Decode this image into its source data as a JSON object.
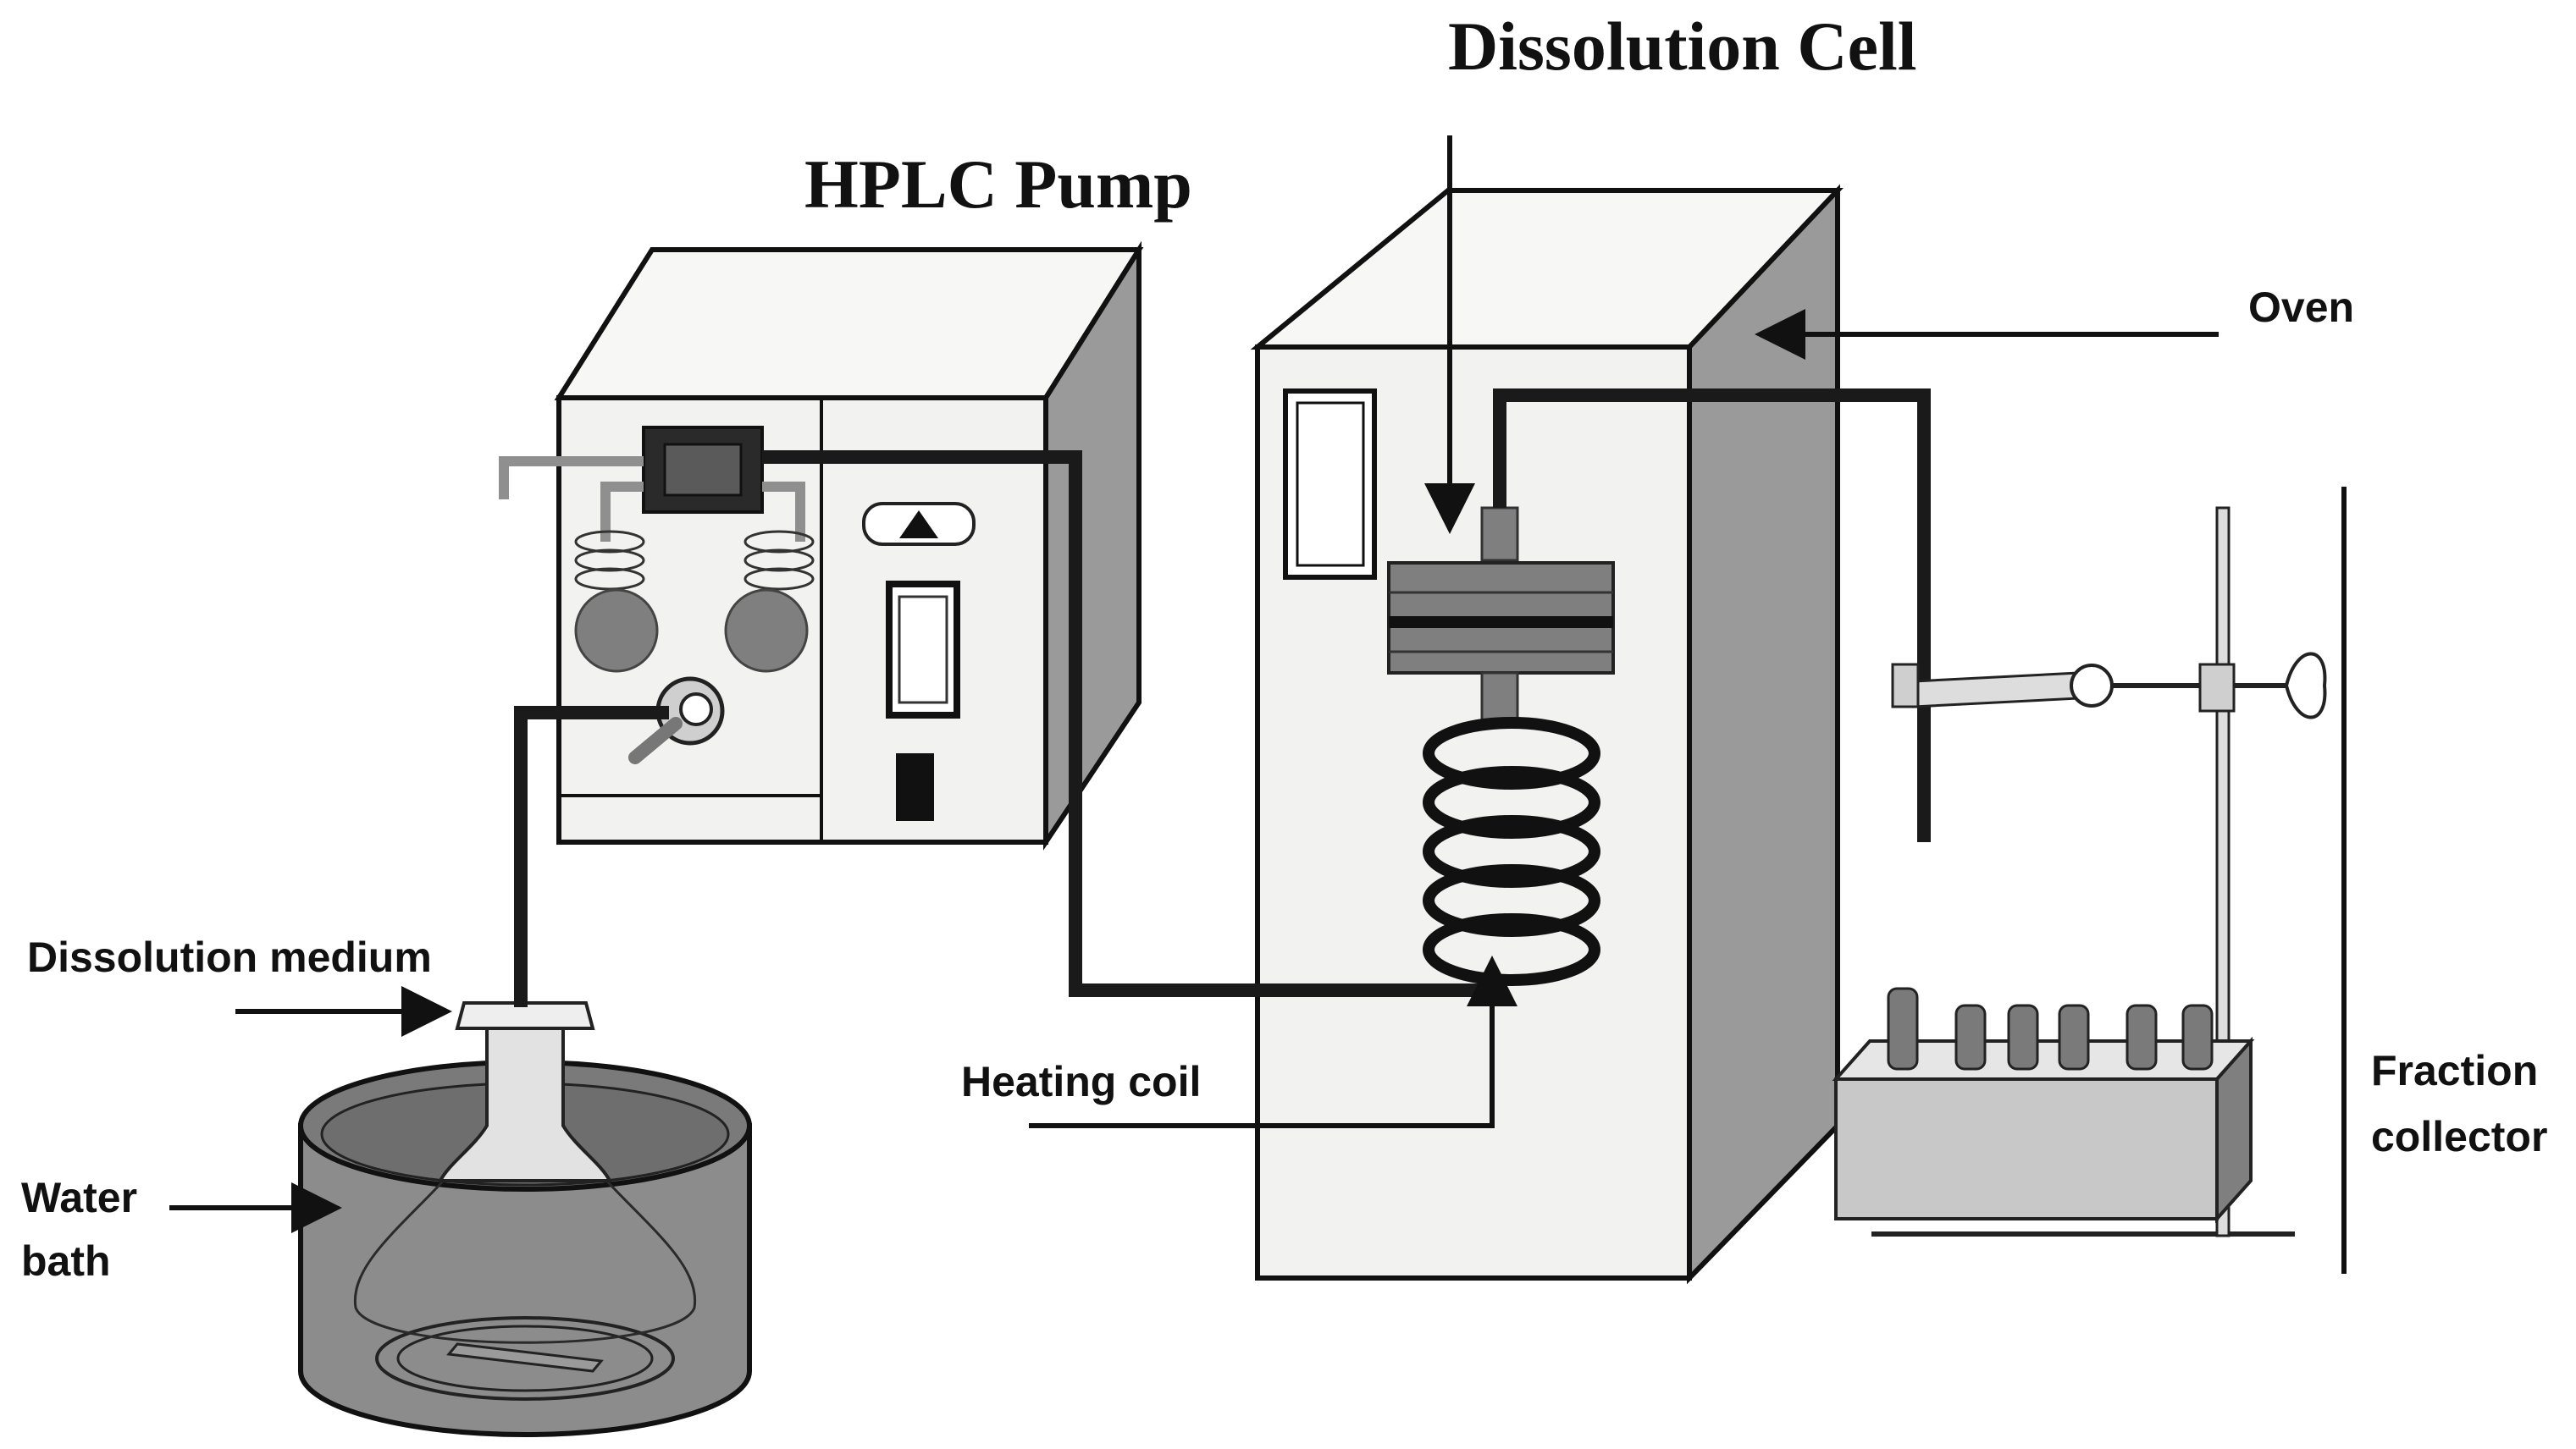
{
  "labels": {
    "dissolution_cell": "Dissolution Cell",
    "hplc_pump": "HPLC Pump",
    "oven": "Oven",
    "dissolution_medium": "Dissolution medium",
    "heating_coil": "Heating coil",
    "water_bath_line1": "Water",
    "water_bath_line2": "bath",
    "fraction_collector_line1": "Fraction",
    "fraction_collector_line2": "collector"
  },
  "colors": {
    "line": "#111111",
    "tube": "#1a1a1a",
    "box_face": "#f2f2f0",
    "box_side": "#9a9a9a",
    "box_top": "#f7f7f5",
    "water": "#8c8c8c",
    "grey_part": "#7f7f7f",
    "light_grey": "#c8c8c8"
  }
}
